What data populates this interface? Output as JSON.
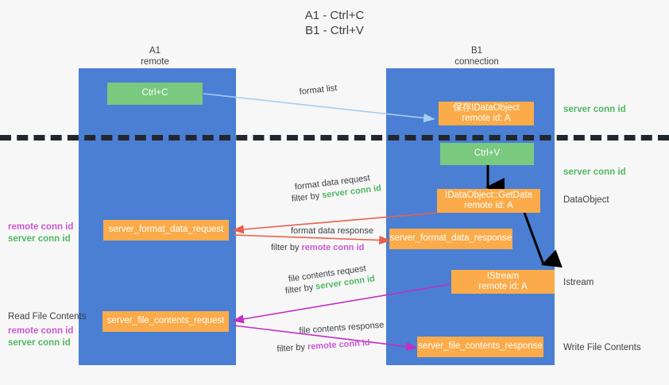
{
  "title": "A1 - Ctrl+C\nB1 - Ctrl+V",
  "columns": {
    "left": "A1\nremote",
    "right": "B1\nconnection"
  },
  "colors": {
    "panel": "#4a7fd4",
    "green_box": "#79c97f",
    "orange_box": "#fbab49",
    "server_conn": "#4fb862",
    "remote_conn": "#c85ad0",
    "arrow_blue": "#a9cdf0",
    "arrow_red": "#e8604c",
    "arrow_magenta": "#c32fc3",
    "arrow_black": "#000000",
    "dashed_line": "#22272e",
    "background": "#f7f7f7"
  },
  "boxes": {
    "ctrl_c": "Ctrl+C",
    "ctrl_v": "Ctrl+V",
    "save_idataobject": "保存IDataObject\nremote id: A",
    "getdata": "IDataObject::GetData\nremote id: A",
    "istream": "IStream\nremote id: A",
    "server_format_data_request": "server_format_data_request",
    "server_format_data_response": "server_format_data_response",
    "server_file_contents_request": "server_file_contents_request",
    "server_file_contents_response": "server_file_contents_response"
  },
  "edge_labels": {
    "format_list": "format list",
    "format_data_request": "format data request",
    "format_data_request_filter_prefix": "filter by ",
    "format_data_request_filter_value": "server conn id",
    "format_data_response": "format data response",
    "format_data_response_filter_prefix": "filter by ",
    "format_data_response_filter_value": "remote conn id",
    "file_contents_request": "file contents request",
    "file_contents_request_filter_prefix": "filter by ",
    "file_contents_request_filter_value": "server conn id",
    "file_contents_response": "file contents response",
    "file_contents_response_filter_prefix": "filter by ",
    "file_contents_response_filter_value": "remote conn id"
  },
  "right_labels": {
    "server_conn_top": "server conn id",
    "server_conn_mid": "server conn id",
    "dataobject": "DataObject",
    "istream": "Istream",
    "write_file_contents": "Write File Contents"
  },
  "left_labels": {
    "remote_conn_mid": "remote conn id",
    "server_conn_mid": "server conn id",
    "read_file_contents": "Read File Contents",
    "remote_conn_bottom": "remote conn id",
    "server_conn_bottom": "server conn id"
  }
}
